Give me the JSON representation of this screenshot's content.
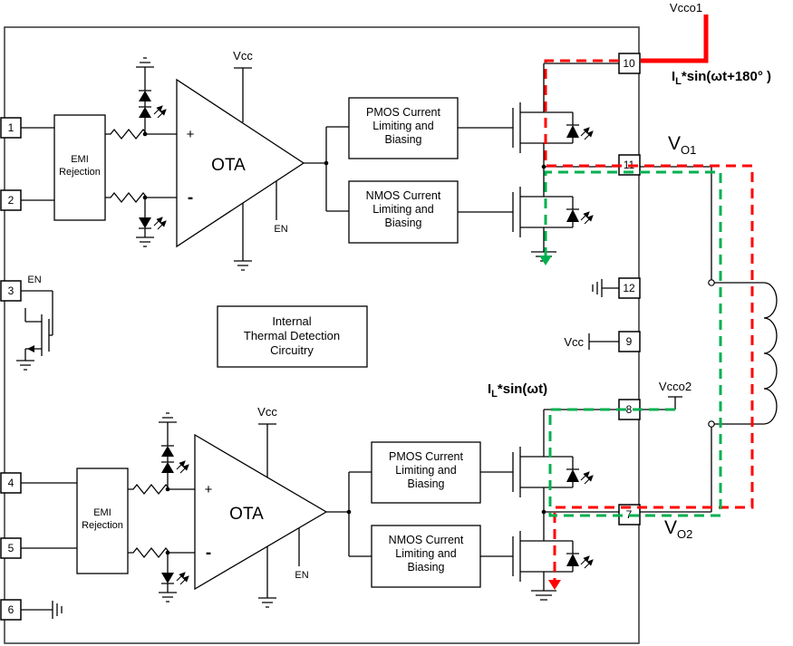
{
  "chip": {
    "pins": {
      "p1": "1",
      "p2": "2",
      "p3": "3",
      "p4": "4",
      "p5": "5",
      "p6": "6",
      "p7": "7",
      "p8": "8",
      "p9": "9",
      "p10": "10",
      "p11": "11",
      "p12": "12"
    }
  },
  "blocks": {
    "emi": {
      "l1": "EMI",
      "l2": "Rejection"
    },
    "ota": "OTA",
    "pmos": {
      "l1": "PMOS Current",
      "l2": "Limiting and",
      "l3": "Biasing"
    },
    "nmos": {
      "l1": "NMOS Current",
      "l2": "Limiting and",
      "l3": "Biasing"
    },
    "thermal": {
      "l1": "Internal",
      "l2": "Thermal Detection",
      "l3": "Circuitry"
    }
  },
  "labels": {
    "vcc": "Vcc",
    "en": "EN",
    "plus": "+",
    "minus": "-",
    "vcco1": "Vcco1",
    "vcco2": "Vcco2",
    "vo": "V",
    "vo1_sub": "O1",
    "vo2_sub": "O2"
  },
  "currents": {
    "red": {
      "sym": "I",
      "sub": "L",
      "expr": "*sin(ωt+180° )"
    },
    "green": {
      "sym": "I",
      "sub": "L",
      "expr": "*sin(ωt)"
    }
  },
  "colors": {
    "path_red": "#FF0000",
    "path_green": "#00B050",
    "wire": "#000000",
    "chip_border": "#404040"
  }
}
